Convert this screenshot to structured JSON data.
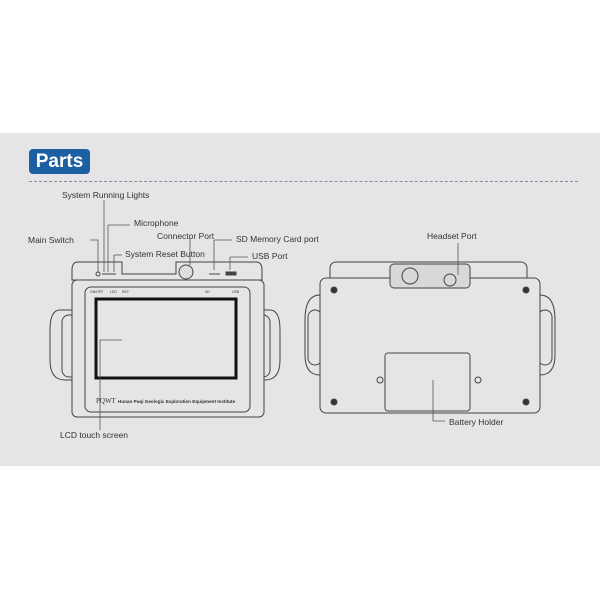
{
  "title": "Parts",
  "labels": {
    "system_running_lights": "System Running Lights",
    "microphone": "Microphone",
    "main_switch": "Main Switch",
    "connector_port": "Connector Port",
    "sd_card_port": "SD Memory Card port",
    "system_reset_button": "System Reset Button",
    "usb_port": "USB Port",
    "lcd_touch_screen": "LCD touch screen",
    "headset_port": "Headset Port",
    "battery_holder": "Battery Holder"
  },
  "device": {
    "top_labels": [
      "ON/OFF",
      "LED",
      "RST",
      "SD",
      "USB"
    ],
    "brand": "PQWT",
    "institute": "Hunan Puqi Geologic Exploration Equipment Institute"
  }
}
